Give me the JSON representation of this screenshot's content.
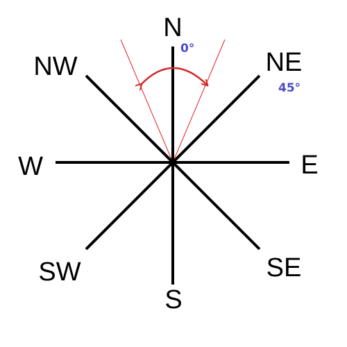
{
  "directions": {
    "north": "N",
    "northeast": "NE",
    "east": "E",
    "southeast": "SE",
    "south": "S",
    "southwest": "SW",
    "west": "W",
    "northwest": "NW"
  },
  "angle_labels": {
    "north_angle": "0°",
    "northeast_angle": "45°"
  },
  "colors": {
    "compass_lines": "#000000",
    "sector_lines": "#e02020",
    "arc_arrow": "#d42a2a",
    "angle_text": "#4a4ac8"
  }
}
